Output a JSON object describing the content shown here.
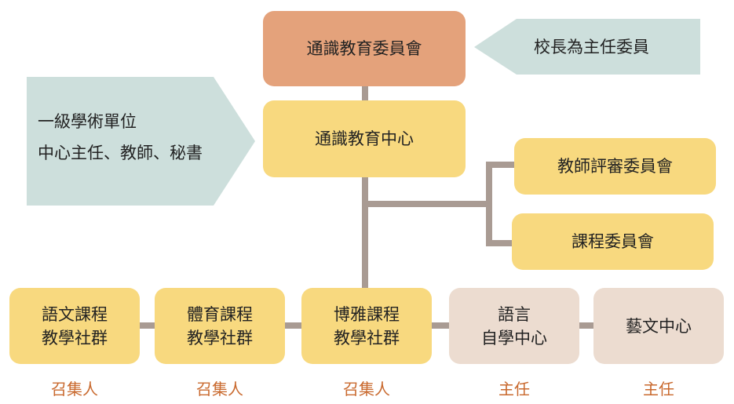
{
  "nodes": {
    "committee": "通識教育委員會",
    "center": "通識教育中心",
    "teacher_review": "教師評審委員會",
    "curriculum": "課程委員會",
    "course_language": "語文課程\n教學社群",
    "course_pe": "體育課程\n教學社群",
    "course_liberal": "博雅課程\n教學社群",
    "language_center": "語言\n自學中心",
    "arts_center": "藝文中心"
  },
  "callouts": {
    "principal": "校長為主任委員",
    "unit_line1": "一級學術單位",
    "unit_line2": "中心主任、教師、秘書"
  },
  "roles": {
    "convener_1": "召集人",
    "convener_2": "召集人",
    "convener_3": "召集人",
    "director_1": "主任",
    "director_2": "主任"
  },
  "colors": {
    "node_yellow": "#f8d97f",
    "node_orange": "#e4a27b",
    "node_beige": "#ecdcd0",
    "callout": "#cddfdc",
    "connector": "#a99b93",
    "role_text": "#c9692e"
  }
}
